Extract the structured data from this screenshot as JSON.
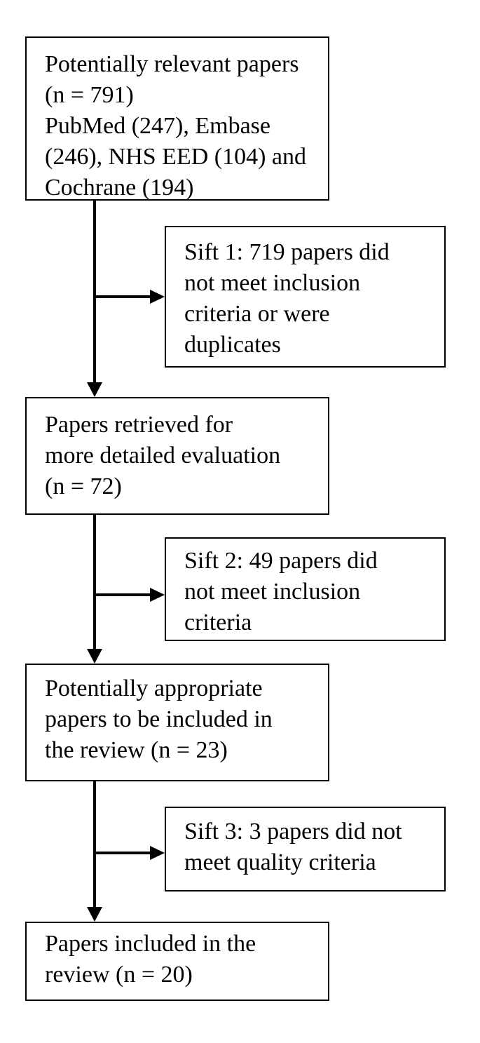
{
  "flow": {
    "stage1": {
      "lines": [
        "Potentially relevant papers",
        "(n = 791)",
        "PubMed (247), Embase",
        "(246), NHS EED (104) and",
        "Cochrane (194)"
      ]
    },
    "sift1": {
      "lines": [
        "Sift 1: 719 papers did",
        "not meet inclusion",
        "criteria or were",
        "duplicates"
      ]
    },
    "stage2": {
      "lines": [
        "Papers retrieved for",
        "more detailed evaluation",
        "(n = 72)"
      ]
    },
    "sift2": {
      "lines": [
        "Sift 2: 49 papers did",
        "not meet inclusion",
        "criteria"
      ]
    },
    "stage3": {
      "lines": [
        "Potentially appropriate",
        "papers to be included in",
        "the review (n = 23)"
      ]
    },
    "sift3": {
      "lines": [
        "Sift 3: 3 papers did not",
        "meet quality criteria"
      ]
    },
    "stage4": {
      "lines": [
        "Papers included in the",
        "review (n = 20)"
      ]
    }
  }
}
